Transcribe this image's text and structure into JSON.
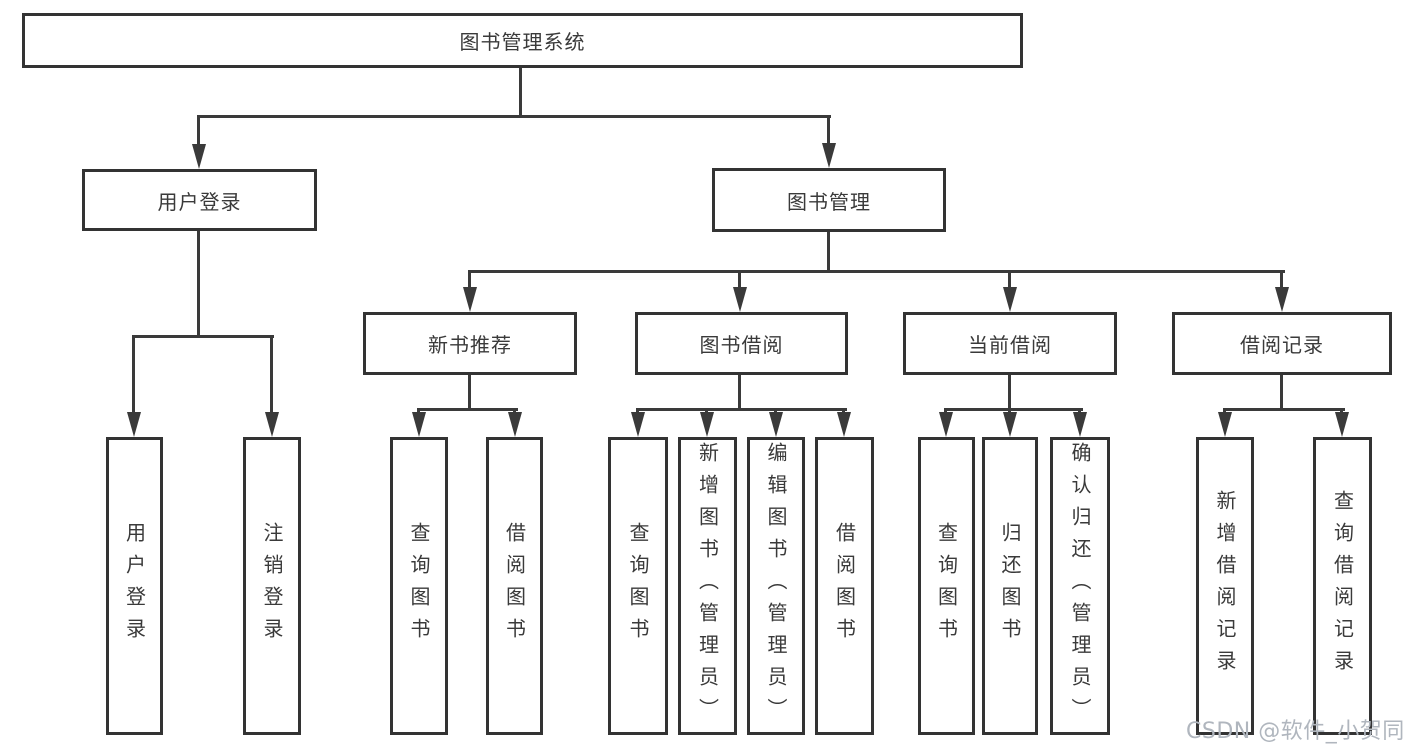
{
  "tree": {
    "label": "图书管理系统",
    "children": [
      {
        "label": "用户登录",
        "children": [
          {
            "label": "用户登录"
          },
          {
            "label": "注销登录"
          }
        ]
      },
      {
        "label": "图书管理",
        "children": [
          {
            "label": "新书推荐",
            "children": [
              {
                "label": "查询图书"
              },
              {
                "label": "借阅图书"
              }
            ]
          },
          {
            "label": "图书借阅",
            "children": [
              {
                "label": "查询图书"
              },
              {
                "label": "新增图书（管理员）"
              },
              {
                "label": "编辑图书（管理员）"
              },
              {
                "label": "借阅图书"
              }
            ]
          },
          {
            "label": "当前借阅",
            "children": [
              {
                "label": "查询图书"
              },
              {
                "label": "归还图书"
              },
              {
                "label": "确认归还（管理员）"
              }
            ]
          },
          {
            "label": "借阅记录",
            "children": [
              {
                "label": "新增借阅记录"
              },
              {
                "label": "查询借阅记录"
              }
            ]
          }
        ]
      }
    ]
  },
  "watermark": {
    "text": "CSDN @软件_小贺同学"
  },
  "colors": {
    "line": "#3a3a3a",
    "box_border": "#333333",
    "text": "#3a3a3a",
    "background": "#ffffff",
    "watermark": "#b0b6be"
  }
}
